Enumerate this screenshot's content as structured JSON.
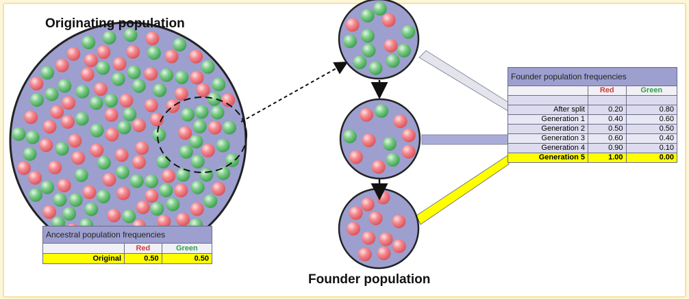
{
  "titles": {
    "originating": "Originating population",
    "founder": "Founder population"
  },
  "colors": {
    "red_ball": "#f07a80",
    "green_ball": "#6cc47a",
    "circle_fill": "#9d9fcf",
    "highlight": "#ffff00"
  },
  "ancestral_table": {
    "caption": "Ancestral population frequencies",
    "headers": [
      "",
      "Red",
      "Green"
    ],
    "rows": [
      {
        "label": "Original",
        "red": "0.50",
        "green": "0.50"
      }
    ]
  },
  "founder_table": {
    "caption": "Founder population frequencies",
    "headers": [
      "",
      "Red",
      "Green"
    ],
    "rows": [
      {
        "label": "After split",
        "red": "0.20",
        "green": "0.80"
      },
      {
        "label": "Generation 1",
        "red": "0.40",
        "green": "0.60"
      },
      {
        "label": "Generation 2",
        "red": "0.50",
        "green": "0.50"
      },
      {
        "label": "Generation 3",
        "red": "0.60",
        "green": "0.40"
      },
      {
        "label": "Generation 4",
        "red": "0.90",
        "green": "0.10"
      },
      {
        "label": "Generation 5",
        "red": "1.00",
        "green": "0.00"
      }
    ]
  }
}
